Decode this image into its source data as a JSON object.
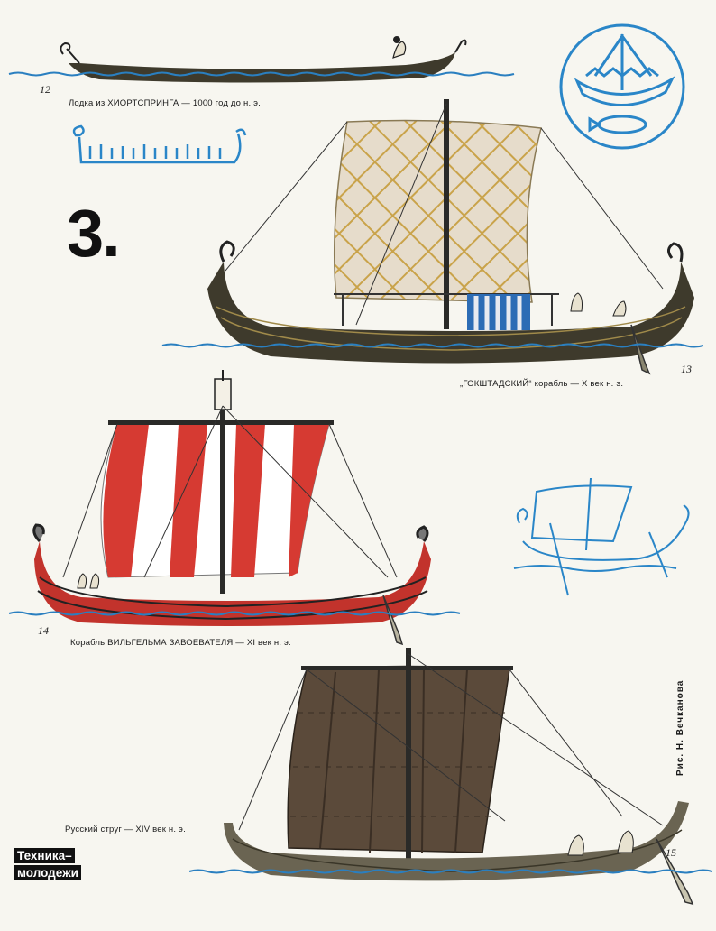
{
  "section_number": "3.",
  "illustrations": [
    {
      "number": "12",
      "caption": "Лодка из ХИОРТСПРИНГА — 1000 год до н. э."
    },
    {
      "number": "13",
      "caption": "„ГОКШТАДСКИЙ“ корабль — X век н. э."
    },
    {
      "number": "14",
      "caption": "Корабль ВИЛЬГЕЛЬМА ЗАВОЕВАТЕЛЯ — XI век н. э."
    },
    {
      "number": "15",
      "caption": "Русский струг — XIV век н. э."
    }
  ],
  "credit": "Рис. Н. Вечканова",
  "logo": {
    "line1": "Техника–",
    "line2": "молодежи"
  },
  "colors": {
    "sea": "#2a7fc0",
    "hull": "#3e3a2c",
    "red_sail": "#d63a32",
    "sail_gold": "#c9a34a",
    "sail_brown": "#5b4a3a",
    "sketch_blue": "#2a86c8"
  }
}
